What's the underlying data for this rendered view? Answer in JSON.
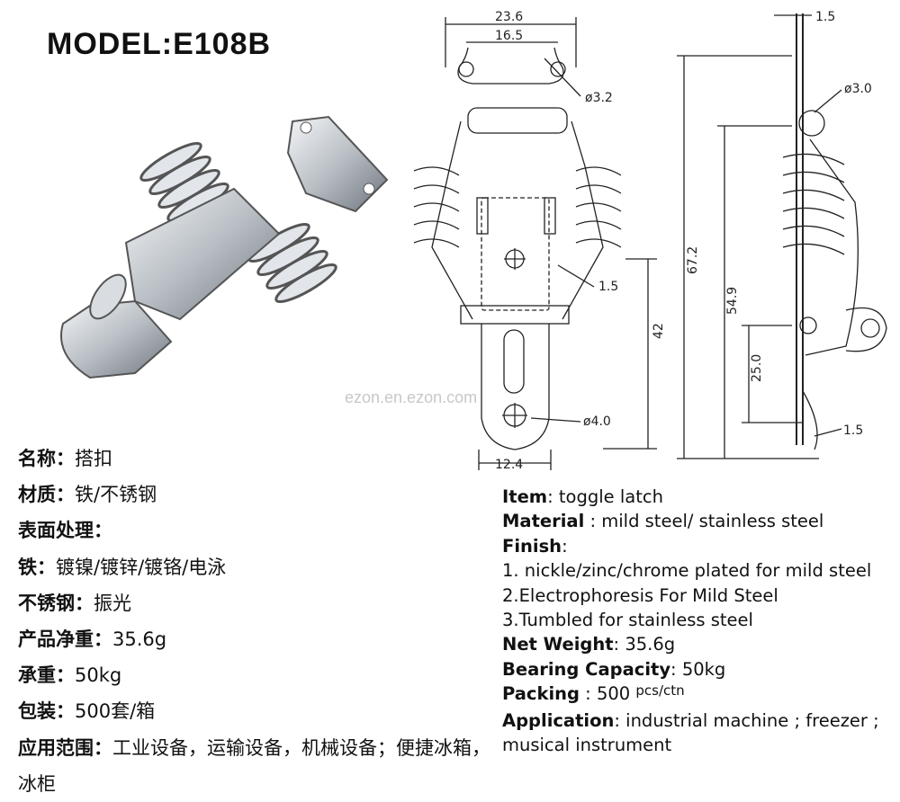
{
  "model_title": "MODEL:E108B",
  "watermark": "ezon.en.ezon.com",
  "drawing_dims": {
    "d1": "23.6",
    "d2": "16.5",
    "d3": "ø3.2",
    "d4": "1.5",
    "d5": "42",
    "d6": "ø4.0",
    "d7": "12.4",
    "d8": "1.5",
    "d9": "ø3.0",
    "d10": "67.2",
    "d11": "54.9",
    "d12": "25.0",
    "d13": "1.5"
  },
  "cn_specs": {
    "name_label": "名称：",
    "name_value": "搭扣",
    "material_label": "材质：",
    "material_value": "铁/不锈钢",
    "surface_label": "表面处理：",
    "iron_label": "铁：",
    "iron_value": "镀镍/镀锌/镀铬/电泳",
    "ss_label": "不锈钢：",
    "ss_value": "振光",
    "weight_label": "产品净重：",
    "weight_value": "35.6g",
    "bearing_label": "承重：",
    "bearing_value": "50kg",
    "packing_label": "包装：",
    "packing_value": "500套/箱",
    "application_label": "应用范围：",
    "application_value": "工业设备，运输设备，机械设备；便捷冰箱，冰柜"
  },
  "en_specs": {
    "item_label": "Item",
    "item_value": ": toggle latch",
    "material_label": "Material",
    "material_value": " : mild steel/ stainless steel",
    "finish_label": "Finish",
    "finish_value": ":",
    "finish_1": "1. nickle/zinc/chrome plated for mild steel",
    "finish_2": "2.Electrophoresis For Mild Steel",
    "finish_3": "3.Tumbled for stainless steel",
    "weight_label": "Net Weight",
    "weight_value": ": 35.6g",
    "bearing_label": "Bearing Capacity",
    "bearing_value": ": 50kg",
    "packing_label": "Packing",
    "packing_value": " : 500 ",
    "packing_unit": "pcs/ctn",
    "application_label": "Application",
    "application_value": ": industrial machine ; freezer ; musical instrument"
  }
}
